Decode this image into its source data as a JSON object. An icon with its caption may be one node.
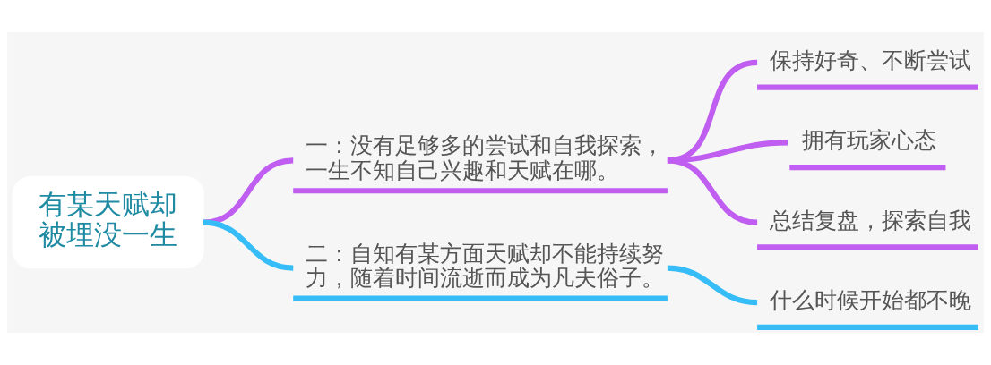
{
  "diagram": {
    "nodes": [
      {
        "text": [
          "有某天赋却被埋没一生"
        ]
      },
      {
        "text": [
          "一：没有足够多的尝试和自我探索，一生不知自己兴趣和天赋在哪。"
        ]
      },
      {
        "text": [
          "保持好奇、不断尝试"
        ]
      },
      {
        "text": [
          "拥有玩家心态"
        ]
      },
      {
        "text": [
          "总结复盘，探索自我"
        ]
      },
      {
        "text": [
          "二：自知有某方面天赋却不能持续努力，随着时间流逝而成为凡夫俗子。"
        ]
      },
      {
        "text": [
          "什么时候开始都不晚"
        ]
      }
    ],
    "edges": [
      {
        "from": 0,
        "to": 1,
        "arrow": "none"
      },
      {
        "from": 1,
        "to": 2,
        "arrow": "none"
      },
      {
        "from": 1,
        "to": 3,
        "arrow": "none"
      },
      {
        "from": 1,
        "to": 4,
        "arrow": "none"
      },
      {
        "from": 0,
        "to": 5,
        "arrow": "none",
        "color": "#36bdf8"
      },
      {
        "from": 5,
        "to": 6,
        "arrow": "none",
        "color": "#36bdf8"
      }
    ]
  }
}
